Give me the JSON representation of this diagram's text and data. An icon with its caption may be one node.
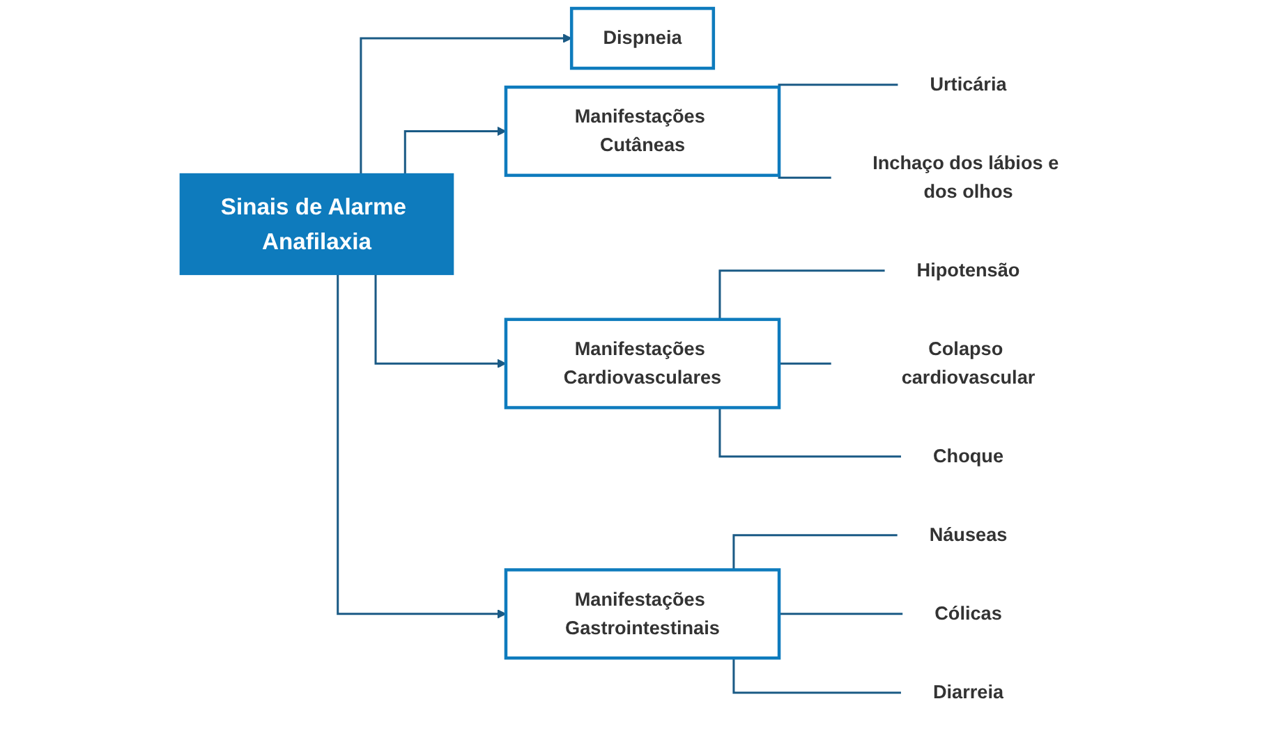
{
  "diagram": {
    "nodes": [
      {
        "text": [
          "Sinais de Alarme Anafilaxia"
        ]
      },
      {
        "text": [
          "Dispneia"
        ]
      },
      {
        "text": [
          "Manifestações Cutâneas"
        ]
      },
      {
        "text": [
          "Manifestações Cardiovasculares"
        ]
      },
      {
        "text": [
          "Manifestações Gastrointestinais"
        ]
      },
      {
        "text": [
          "Urticária"
        ]
      },
      {
        "text": [
          "Inchaço dos lábios e dos olhos"
        ]
      },
      {
        "text": [
          "Hipotensão"
        ]
      },
      {
        "text": [
          "Colapso cardiovascular"
        ]
      },
      {
        "text": [
          "Choque"
        ]
      },
      {
        "text": [
          "Náuseas"
        ]
      },
      {
        "text": [
          "Cólicas"
        ]
      },
      {
        "text": [
          "Diarreia"
        ]
      }
    ],
    "edges": [
      {
        "from": 0,
        "to": 1,
        "arrow": "to"
      },
      {
        "from": 0,
        "to": 2,
        "arrow": "to"
      },
      {
        "from": 0,
        "to": 3,
        "arrow": "to"
      },
      {
        "from": 0,
        "to": 4,
        "arrow": "to"
      },
      {
        "from": 2,
        "to": 5,
        "arrow": "none"
      },
      {
        "from": 2,
        "to": 6,
        "arrow": "none"
      },
      {
        "from": 3,
        "to": 7,
        "arrow": "none"
      },
      {
        "from": 3,
        "to": 8,
        "arrow": "none"
      },
      {
        "from": 3,
        "to": 9,
        "arrow": "none"
      },
      {
        "from": 4,
        "to": 10,
        "arrow": "none"
      },
      {
        "from": 4,
        "to": 11,
        "arrow": "none"
      },
      {
        "from": 4,
        "to": 12,
        "arrow": "none"
      }
    ]
  }
}
